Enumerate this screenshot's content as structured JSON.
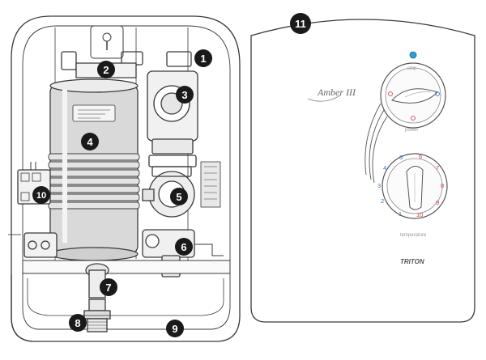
{
  "markers": [
    "1",
    "2",
    "3",
    "4",
    "5",
    "6",
    "7",
    "8",
    "9",
    "10",
    "11"
  ],
  "front": {
    "model_logo": "Amber III",
    "brand": "TRITON",
    "top_dial_label": "stop",
    "power_label": "power",
    "temperature_label": "temperature",
    "temp_scale": [
      "1",
      "2",
      "3",
      "4",
      "5",
      "6",
      "7",
      "8",
      "9",
      "10"
    ]
  },
  "colors": {
    "marker_fill": "#1a1a1a",
    "marker_text": "#ffffff",
    "line": "#3a3a3a",
    "tank_shade": "#d0d0d0",
    "scale_blue": "#3a6fc0",
    "scale_red": "#d23a3a",
    "indicator_blue": "#2aa0d8"
  }
}
